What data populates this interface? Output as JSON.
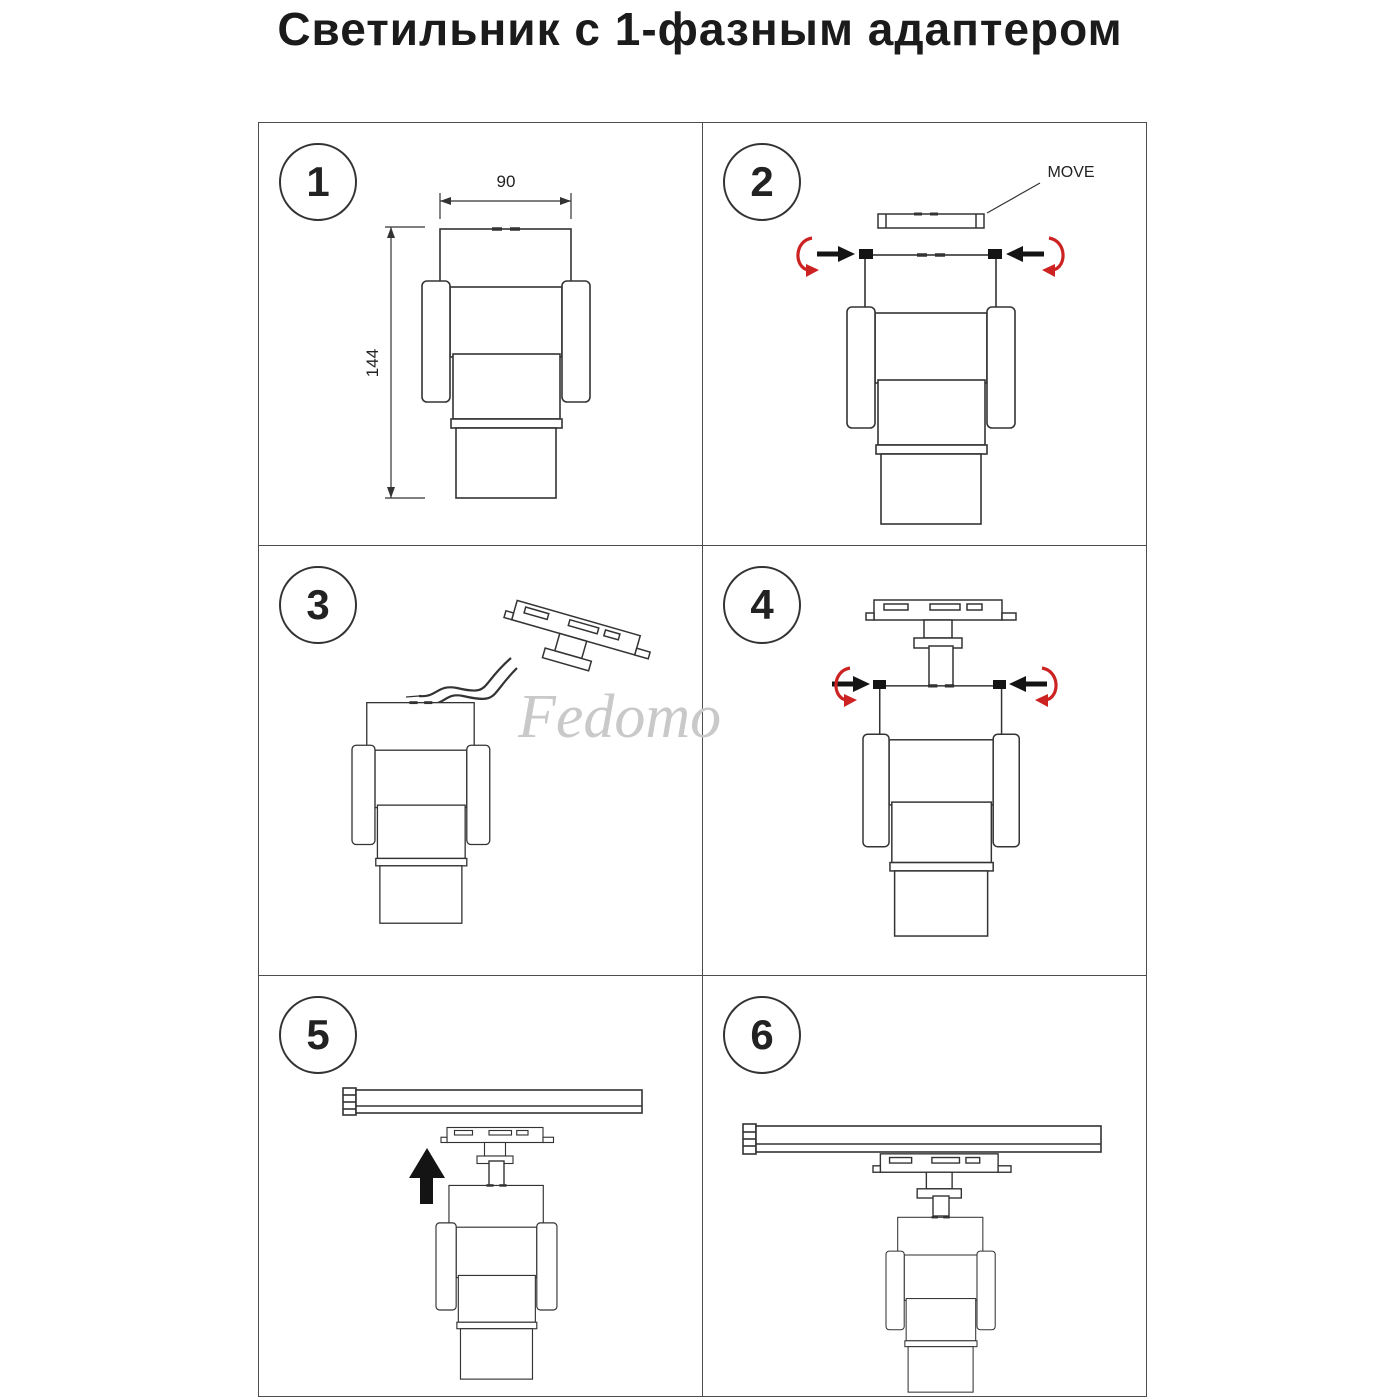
{
  "title": "Светильник с 1-фазным адаптером",
  "watermark": "Fedomo",
  "panels": {
    "p1": {
      "number": "1",
      "dim_width": "90",
      "dim_height": "144"
    },
    "p2": {
      "number": "2",
      "move_label": "MOVE"
    },
    "p3": {
      "number": "3"
    },
    "p4": {
      "number": "4"
    },
    "p5": {
      "number": "5"
    },
    "p6": {
      "number": "6"
    }
  }
}
